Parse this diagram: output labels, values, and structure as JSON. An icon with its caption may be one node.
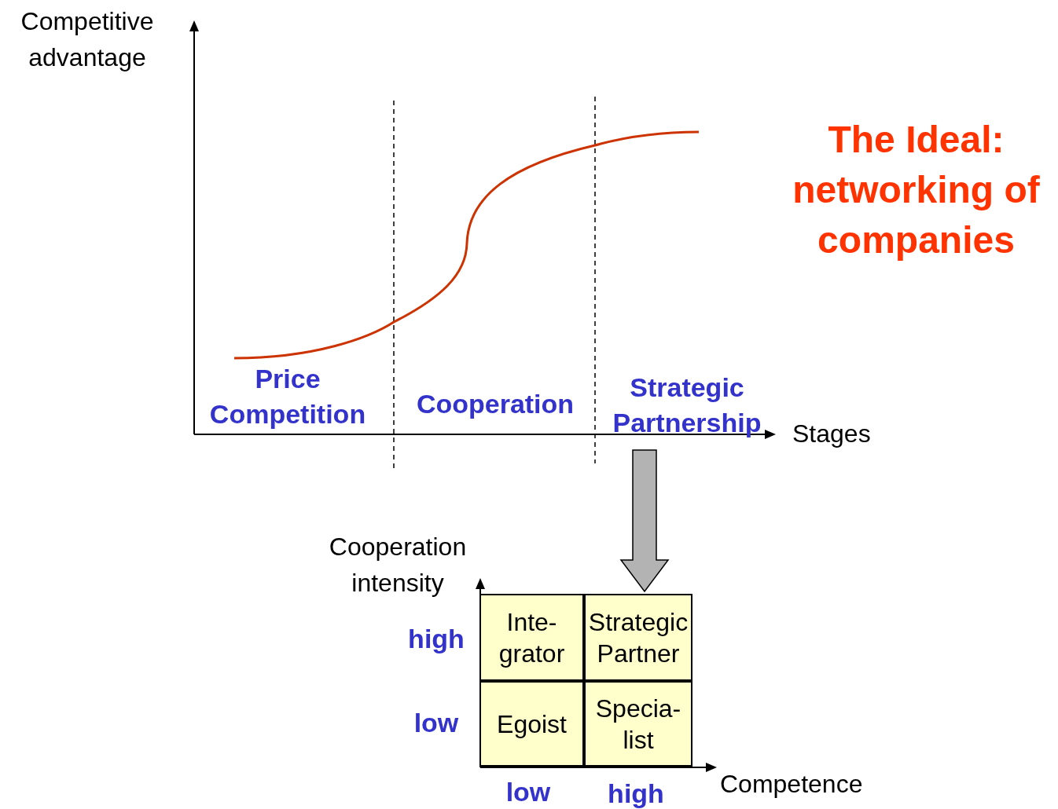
{
  "diagram": {
    "nodes": [
      {
        "text": [
          "Price Competition"
        ]
      },
      {
        "text": [
          "Cooperation"
        ]
      },
      {
        "text": [
          "Strategic Partnership"
        ]
      },
      {
        "text": [
          "Inte- grator"
        ]
      },
      {
        "text": [
          "Strategic Partner"
        ]
      },
      {
        "text": [
          "Egoist"
        ]
      },
      {
        "text": [
          "Specia- list"
        ]
      }
    ],
    "edges": [
      {
        "from": 2,
        "to": 4,
        "arrow": "to",
        "style": "thick",
        "color": "#b3b3b3"
      }
    ],
    "labels": [
      "Competitive advantage",
      "The Ideal: networking of companies",
      "Stages",
      "Cooperation intensity",
      "high",
      "low",
      "low",
      "high",
      "Competence"
    ]
  }
}
